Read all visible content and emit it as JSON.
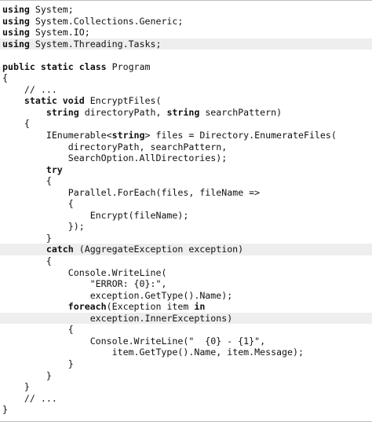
{
  "code": {
    "language": "C#",
    "highlight_color": "#eeeeee",
    "lines": [
      {
        "text": "using System;",
        "highlight": false
      },
      {
        "text": "using System.Collections.Generic;",
        "highlight": false
      },
      {
        "text": "using System.IO;",
        "highlight": false
      },
      {
        "text": "using System.Threading.Tasks;",
        "highlight": true
      },
      {
        "text": "",
        "highlight": false
      },
      {
        "text": "public static class Program",
        "highlight": false
      },
      {
        "text": "{",
        "highlight": false
      },
      {
        "text": "    // ...",
        "highlight": false
      },
      {
        "text": "    static void EncryptFiles(",
        "highlight": false
      },
      {
        "text": "        string directoryPath, string searchPattern)",
        "highlight": false
      },
      {
        "text": "    {",
        "highlight": false
      },
      {
        "text": "        IEnumerable<string> files = Directory.EnumerateFiles(",
        "highlight": false
      },
      {
        "text": "            directoryPath, searchPattern,",
        "highlight": false
      },
      {
        "text": "            SearchOption.AllDirectories);",
        "highlight": false
      },
      {
        "text": "        try",
        "highlight": false
      },
      {
        "text": "        {",
        "highlight": false
      },
      {
        "text": "            Parallel.ForEach(files, fileName =>",
        "highlight": false
      },
      {
        "text": "            {",
        "highlight": false
      },
      {
        "text": "                Encrypt(fileName);",
        "highlight": false
      },
      {
        "text": "            });",
        "highlight": false
      },
      {
        "text": "        }",
        "highlight": false
      },
      {
        "text": "        catch (AggregateException exception)",
        "highlight": true
      },
      {
        "text": "        {",
        "highlight": false
      },
      {
        "text": "            Console.WriteLine(",
        "highlight": false
      },
      {
        "text": "                \"ERROR: {0}:\",",
        "highlight": false
      },
      {
        "text": "                exception.GetType().Name);",
        "highlight": false
      },
      {
        "text": "            foreach(Exception item in",
        "highlight": false
      },
      {
        "text": "                exception.InnerExceptions)",
        "highlight": true
      },
      {
        "text": "            {",
        "highlight": false
      },
      {
        "text": "                Console.WriteLine(\"  {0} - {1}\",",
        "highlight": false
      },
      {
        "text": "                    item.GetType().Name, item.Message);",
        "highlight": false
      },
      {
        "text": "            }",
        "highlight": false
      },
      {
        "text": "        }",
        "highlight": false
      },
      {
        "text": "    }",
        "highlight": false
      },
      {
        "text": "    // ...",
        "highlight": false
      },
      {
        "text": "}",
        "highlight": false
      }
    ],
    "bold_keywords": [
      "using",
      "public",
      "static",
      "class",
      "void",
      "string",
      "try",
      "catch",
      "foreach",
      "in"
    ]
  }
}
